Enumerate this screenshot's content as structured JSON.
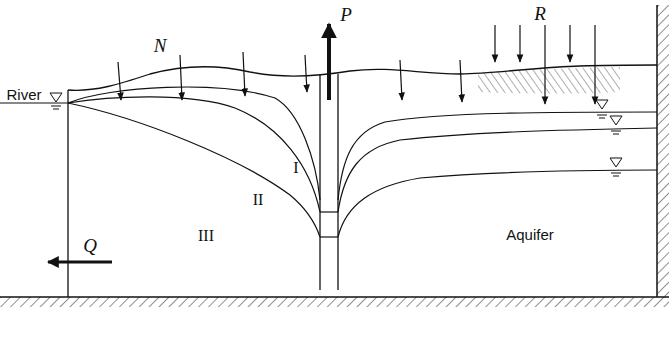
{
  "diagram": {
    "labels": [
      "P",
      "N",
      "R",
      "River",
      "I",
      "II",
      "III",
      "Q",
      "Aquifer"
    ]
  }
}
